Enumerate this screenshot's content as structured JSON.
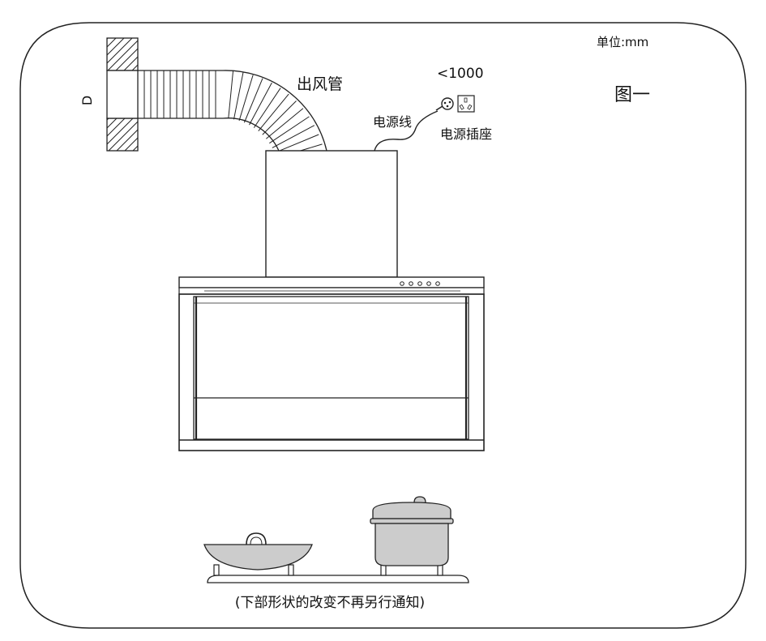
{
  "labels": {
    "unit": "单位:mm",
    "figure_title": "图一",
    "duct": "出风管",
    "duct_diameter": "D",
    "distance": "<1000",
    "power_cord": "电源线",
    "power_socket": "电源插座",
    "footnote": "(下部形状的改变不再另行通知)"
  }
}
